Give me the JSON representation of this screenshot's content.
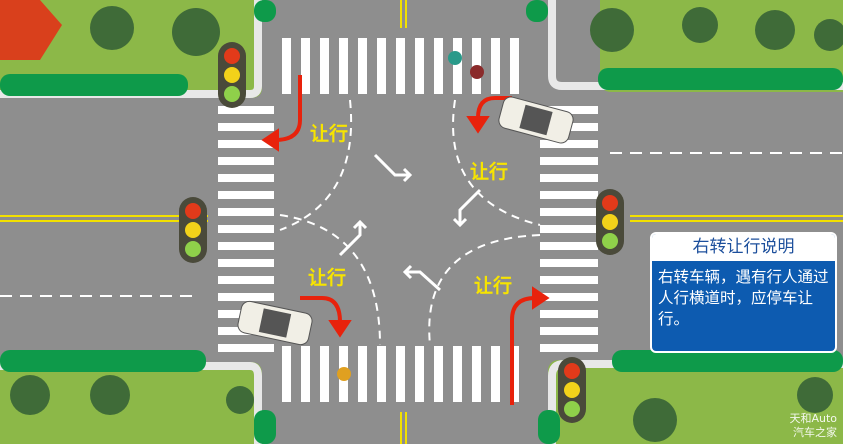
{
  "yield_labels": [
    "让行",
    "让行",
    "让行",
    "让行"
  ],
  "info_box": {
    "title": "右转让行说明",
    "body": "右转车辆，遇有行人通过人行横道时，应停车让行。"
  },
  "watermark": {
    "line1": "天和Auto",
    "line2": "汽车之家"
  },
  "colors": {
    "road": "#8e8e8e",
    "grass": "#8cb848",
    "curb_green": "#0e9a4a",
    "arrow_red": "#e8220c",
    "yield_yellow": "#f7e400",
    "info_blue": "#0d5bb0"
  }
}
